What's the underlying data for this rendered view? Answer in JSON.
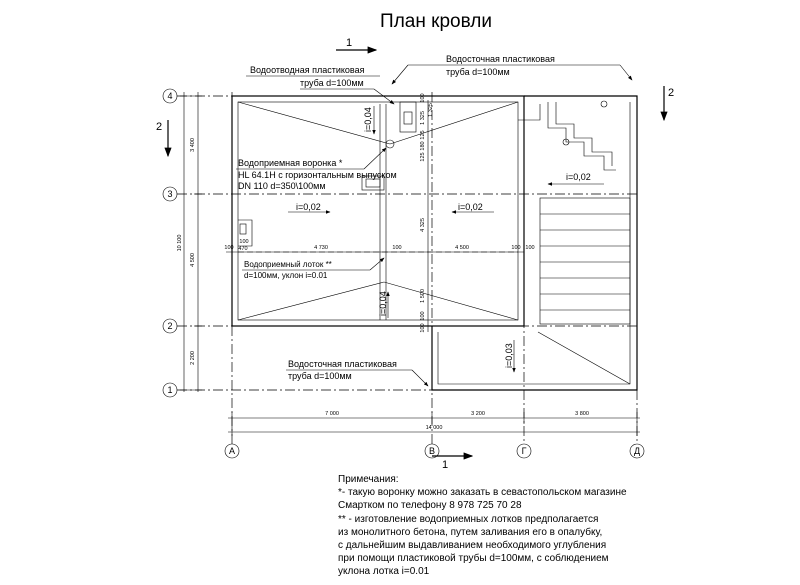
{
  "title": "План кровли",
  "section_marks": [
    "1",
    "1",
    "2",
    "2"
  ],
  "grid_axes": {
    "letters": [
      "А",
      "В",
      "Г",
      "Д"
    ],
    "numbers": [
      "4",
      "3",
      "2",
      "1"
    ]
  },
  "dimensions": {
    "bottom": [
      "7 000",
      "3 200",
      "3 800"
    ],
    "bottom_total": "14 000",
    "left": [
      "3 400",
      "4 500",
      "2 200"
    ],
    "left_total": "10 100",
    "inner_row": [
      "100",
      "470",
      "4 730",
      "100",
      "4 500",
      "100",
      "100"
    ],
    "inner_small": "100",
    "vertical_inner": [
      "1 325",
      "1 325",
      "125",
      "180",
      "125",
      "4 325",
      "1 500",
      "100",
      "100",
      "100"
    ]
  },
  "slopes": {
    "top": "i=0,04",
    "left": "i=0,02",
    "right": "i=0,02",
    "bottom": "i=0,04",
    "stair": "i=0,02",
    "low": "i=0,03"
  },
  "callouts": {
    "drain_pipe_top": [
      "Водоотводная пластиковая",
      "труба d=100мм"
    ],
    "downpipe_top": [
      "Водосточная пластиковая",
      "труба d=100мм"
    ],
    "funnel": [
      "Водоприемная воронка *",
      "HL 64.1H с горизонтальным выпуском",
      "DN 110  d=350\\100мм"
    ],
    "gutter": [
      "Водоприемный лоток **",
      "d=100мм, уклон i=0.01"
    ],
    "downpipe_bottom": [
      "Водосточная пластиковая",
      "труба d=100мм"
    ]
  },
  "notes": [
    "Примечания:",
    "*- такую воронку можно заказать в севастопольском магазине",
    "Смартком по телефону 8 978 725 70 28",
    "** - изготовление водоприемных лотков предполагается",
    "из монолитного бетона, путем заливания его в опалубку,",
    "с дальнейшим выдавливанием необходимого углубления",
    "при помощи пластиковой трубы d=100мм, с соблюдением",
    "уклона лотка i=0.01"
  ]
}
